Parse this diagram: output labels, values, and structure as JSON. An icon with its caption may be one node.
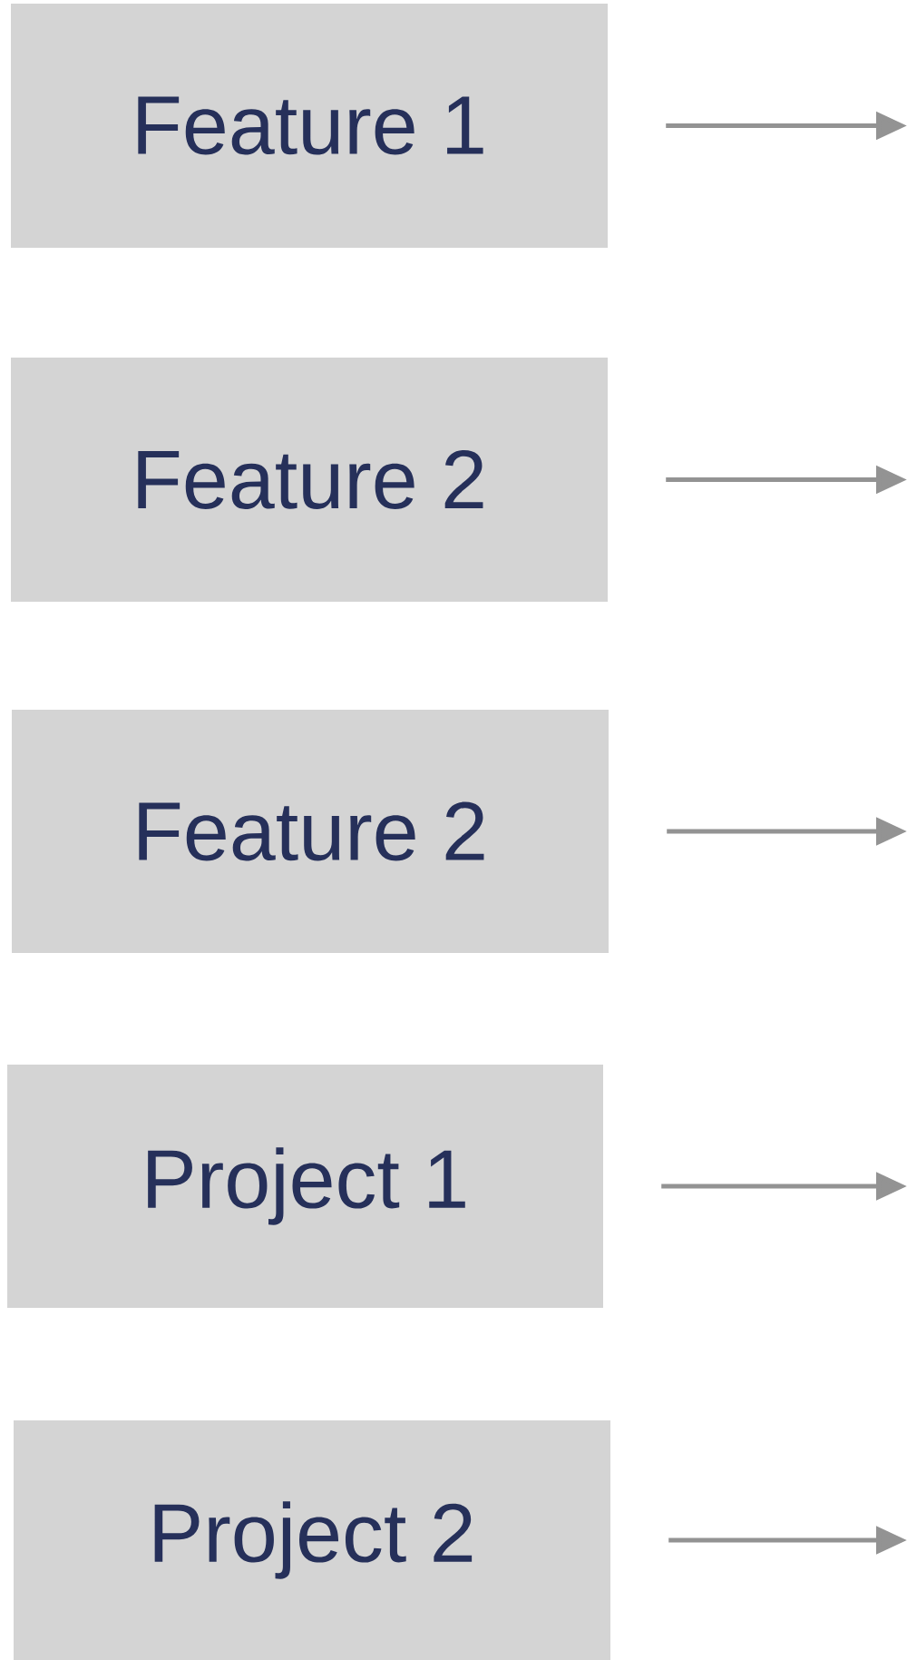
{
  "diagram": {
    "nodes": [
      {
        "text": [
          "Feature 1"
        ]
      },
      {
        "text": [
          "Feature 2"
        ]
      },
      {
        "text": [
          "Feature 2"
        ]
      },
      {
        "text": [
          "Project 1"
        ]
      },
      {
        "text": [
          "Project 2"
        ]
      }
    ],
    "edges": [
      {
        "from": 0,
        "to": null,
        "arrow": "to"
      },
      {
        "from": 1,
        "to": null,
        "arrow": "to"
      },
      {
        "from": 2,
        "to": null,
        "arrow": "to"
      },
      {
        "from": 3,
        "to": null,
        "arrow": "to"
      },
      {
        "from": 4,
        "to": null,
        "arrow": "to"
      }
    ]
  }
}
